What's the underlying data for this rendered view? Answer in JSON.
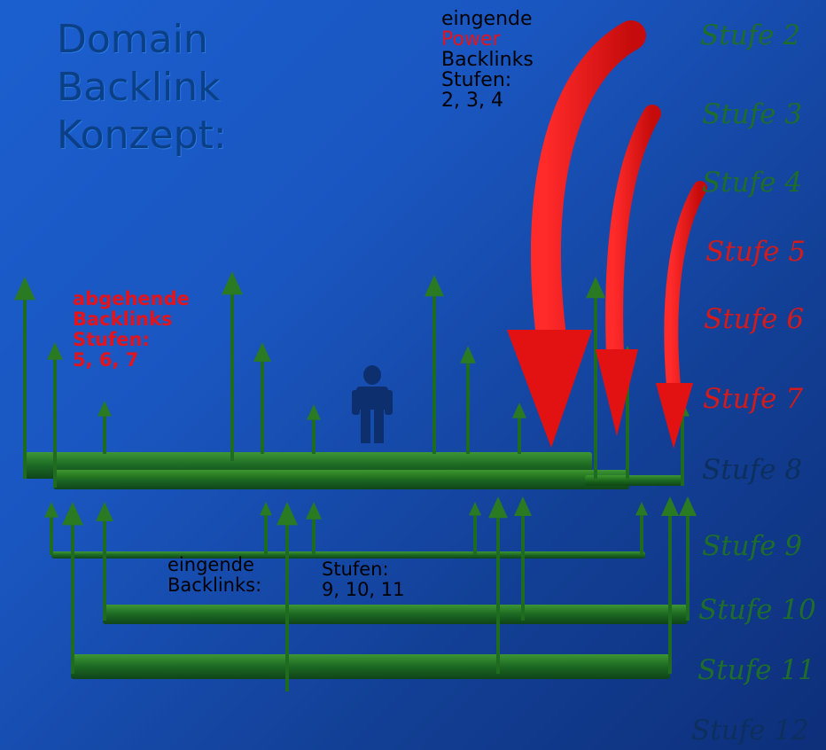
{
  "title": {
    "line1": "Domain",
    "line2": "Backlink",
    "line3": "Konzept:"
  },
  "incoming_power_note": {
    "line1": "eingende",
    "line2": "Power",
    "line3": "Backlinks",
    "line4": "Stufen:",
    "line5": "2, 3, 4"
  },
  "outgoing_note": {
    "line1": "abgehende",
    "line2": "Backlinks",
    "line3": "Stufen:",
    "line4": "5, 6, 7"
  },
  "incoming_lower_note": {
    "left": "eingende\nBacklinks:",
    "left_line1": "eingende",
    "left_line2": "Backlinks:",
    "right_line1": "Stufen:",
    "right_line2": "9, 10, 11"
  },
  "levels": [
    {
      "label": "Stufe 2",
      "color": "#1e6e2a"
    },
    {
      "label": "Stufe 3",
      "color": "#1e6e2a"
    },
    {
      "label": "Stufe 4",
      "color": "#1e6e2a"
    },
    {
      "label": "Stufe 5",
      "color": "#d41a1a"
    },
    {
      "label": "Stufe 6",
      "color": "#d41a1a"
    },
    {
      "label": "Stufe 7",
      "color": "#d41a1a"
    },
    {
      "label": "Stufe 8",
      "color": "#0d2f5e"
    },
    {
      "label": "Stufe 9",
      "color": "#1e6e2a"
    },
    {
      "label": "Stufe 10",
      "color": "#1e6e2a"
    },
    {
      "label": "Stufe 11",
      "color": "#1e6e2a"
    },
    {
      "label": "Stufe 12",
      "color": "#0d2f5e"
    }
  ],
  "colors": {
    "green_bars": "#1f6b1f",
    "red_arrows": "#e31212",
    "person": "#0d2f6e"
  },
  "icons": {
    "person": "person-icon"
  }
}
